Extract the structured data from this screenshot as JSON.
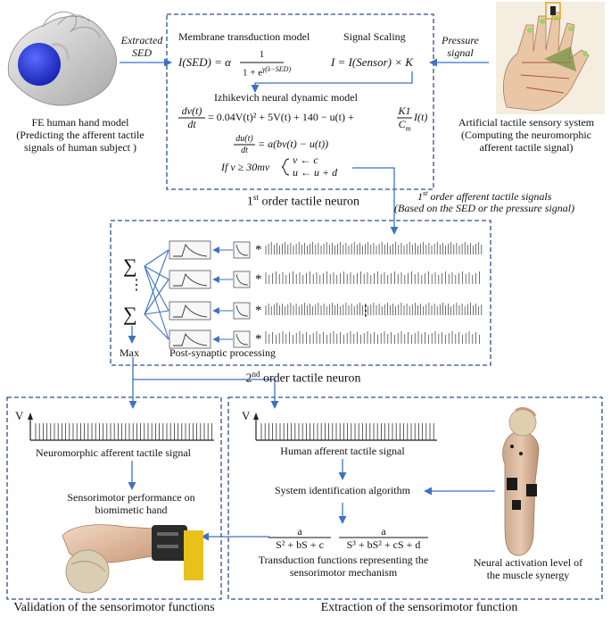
{
  "top": {
    "hand_model": {
      "extracted_label": [
        "Extracted",
        "SED"
      ],
      "caption": [
        "FE human hand model",
        "(Predicting the afferent tactile",
        "signals of human subject )"
      ]
    },
    "sensory": {
      "pressure_label": [
        "Pressure",
        "signal"
      ],
      "caption": [
        "Artificial tactile sensory system",
        "(Computing the neuromorphic",
        "afferent tactile signal)"
      ]
    },
    "neuron1": {
      "membrane_title": "Membrane transduction model",
      "scaling_title": "Signal Scaling",
      "eq_membrane_lhs": "I(SED) = α",
      "eq_membrane_num": "1",
      "eq_membrane_den": "1 + e",
      "eq_membrane_exp": "γ(λ−SED)",
      "eq_scaling": "I = I(Sensor) × K",
      "izh_title": "Izhikevich neural dynamic model",
      "eq_dv_num": "dv(t)",
      "eq_dv_den": "dt",
      "eq_dv_rhs": "= 0.04V(t)² + 5V(t) + 140 − u(t) +",
      "eq_k_num": "K1",
      "eq_k_den": "C",
      "eq_k_sub": "m",
      "eq_k_tail": "I(t)",
      "eq_du_num": "du(t)",
      "eq_du_den": "dt",
      "eq_du_rhs": "= a(bv(t) − u(t))",
      "eq_if": "If v ≥ 30mv",
      "eq_reset1": "v ← c",
      "eq_reset2": "u ← u + d",
      "caption_prefix": "1",
      "caption_sup": "st",
      "caption_rest": " order tactile neuron"
    },
    "first_order_signals": {
      "prefix": "1",
      "sup": "st",
      "rest": " order afferent tactile signals",
      "line2": "(Based on the SED or the pressure signal)"
    }
  },
  "neuron2": {
    "sum_symbol": "∑",
    "sum_dots": "⋮",
    "max_label": "Max",
    "post_label": "Post-synaptic processing",
    "star": "*",
    "spike_dots": "⋮",
    "caption_prefix": "2",
    "caption_sup": "nd",
    "caption_rest": " order tactile neuron"
  },
  "validation": {
    "axis_v": "V",
    "signal_label": "Neuromorphic afferent tactile signal",
    "performance_label": [
      "Sensorimotor performance on",
      "biomimetic hand"
    ],
    "caption": "Validation of the sensorimotor functions"
  },
  "extraction": {
    "axis_v": "V",
    "signal_label": "Human afferent tactile signal",
    "algorithm_label": "System identification algorithm",
    "tf1_num": "a",
    "tf1_den": "S² + bS + c",
    "tf2_num": "a",
    "tf2_den": "S³ + bS² + cS + d",
    "tf_caption": [
      "Transduction functions representing the",
      "sensorimotor mechanism"
    ],
    "neural_label": [
      "Neural activation level of",
      "the muscle synergy"
    ],
    "caption": "Extraction of the sensorimotor function"
  },
  "colors": {
    "dash": "#2e4f8a",
    "arrow": "#3d72c2",
    "spike": "#333333",
    "skin": "#e3c4a8",
    "ball": "#1f2fd8"
  }
}
